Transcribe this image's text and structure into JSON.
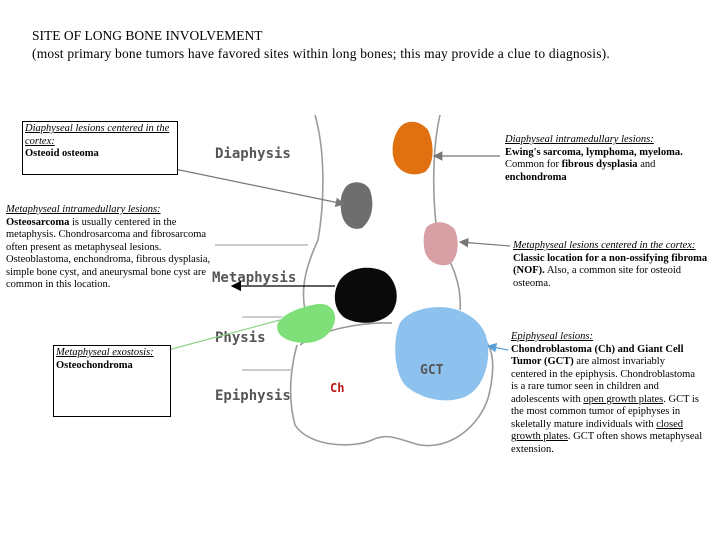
{
  "title": {
    "line1": "SITE OF LONG BONE INVOLVEMENT",
    "line2": "(most primary bone tumors have favored sites within long bones; this may provide a clue to diagnosis)."
  },
  "diagram_labels": {
    "diaphysis": "Diaphysis",
    "metaphysis": "Metaphysis",
    "physis": "Physis",
    "epiphysis": "Epiphysis",
    "ch": "Ch",
    "gct": "GCT"
  },
  "boxes": {
    "cortex": {
      "heading": "Diaphyseal lesions centered in the cortex:",
      "bold": "Osteoid osteoma"
    },
    "meta_intra": {
      "heading": "Metaphyseal intramedullary lesions:",
      "bold": "Osteosarcoma",
      "text": " is usually centered in the metaphysis. Chondrosarcoma and fibrosarcoma often present as metaphyseal lesions. Osteoblastoma, enchondroma, fibrous dysplasia, simple bone cyst, and aneurysmal bone cyst are common in this location."
    },
    "exostosis": {
      "heading": "Metaphyseal exostosis:",
      "bold": "Osteochondroma"
    },
    "diaph_intra": {
      "heading": "Diaphyseal intramedullary lesions:",
      "bold": "Ewing's sarcoma, lymphoma, myeloma.",
      "text1": " Common for ",
      "bold2": "fibrous dysplasia",
      "text2": " and ",
      "bold3": "enchondroma"
    },
    "meta_cortex": {
      "heading": "Metaphyseal lesions centered in the cortex:",
      "bold": "Classic location for a non-ossifying fibroma (NOF).",
      "text": " Also, a common site for osteoid osteoma."
    },
    "epiphyseal": {
      "heading": "Epiphyseal lesions:",
      "bold": "Chondroblastoma (Ch) and Giant Cell Tumor (GCT)",
      "text1": " are almost invariably centered in the epiphysis. Chondroblastoma is a rare tumor seen in children and adolescents with ",
      "u1": "open growth plates",
      "text2": ". GCT is the most common tumor of epiphyses in skeletally mature individuals with ",
      "u2": "closed growth plates",
      "text3": ". GCT often shows metaphyseal extension."
    }
  },
  "colors": {
    "orange": "#e07010",
    "gray": "#6e6e6e",
    "pink": "#d8a0a4",
    "black": "#0a0a0a",
    "green": "#7fe07a",
    "blue": "#8ec2ee",
    "red": "#b81414",
    "bone_outline": "#9a9a9a",
    "arrow_blue": "#5aa0d8"
  }
}
